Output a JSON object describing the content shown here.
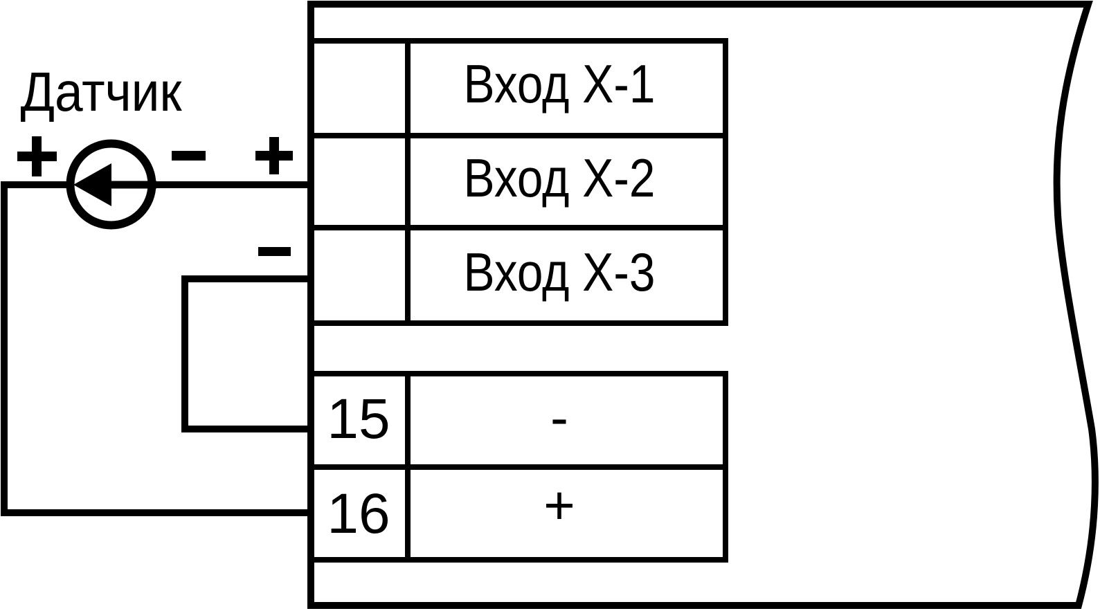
{
  "sensor": {
    "label": "Датчик",
    "plus_label": "+",
    "minus_label": "−"
  },
  "device": {
    "input_plus_label": "+",
    "input_minus_label": "−",
    "upper_block": {
      "rows": [
        {
          "terminal": "",
          "label": "Вход Х-1"
        },
        {
          "terminal": "",
          "label": "Вход Х-2"
        },
        {
          "terminal": "",
          "label": "Вход Х-3"
        }
      ]
    },
    "lower_block": {
      "rows": [
        {
          "terminal": "15",
          "label": "-"
        },
        {
          "terminal": "16",
          "label": "+"
        }
      ]
    }
  },
  "icons": [
    {
      "name": "current-source-icon",
      "shape": "circle with solid left-pointing arrow"
    },
    {
      "name": "plus-icon",
      "glyph": "+"
    },
    {
      "name": "minus-icon",
      "glyph": "−"
    },
    {
      "name": "torn-edge",
      "shape": "s-curve right border indicating continuation"
    }
  ],
  "colors": {
    "line": "#000000",
    "background": "#ffffff"
  }
}
